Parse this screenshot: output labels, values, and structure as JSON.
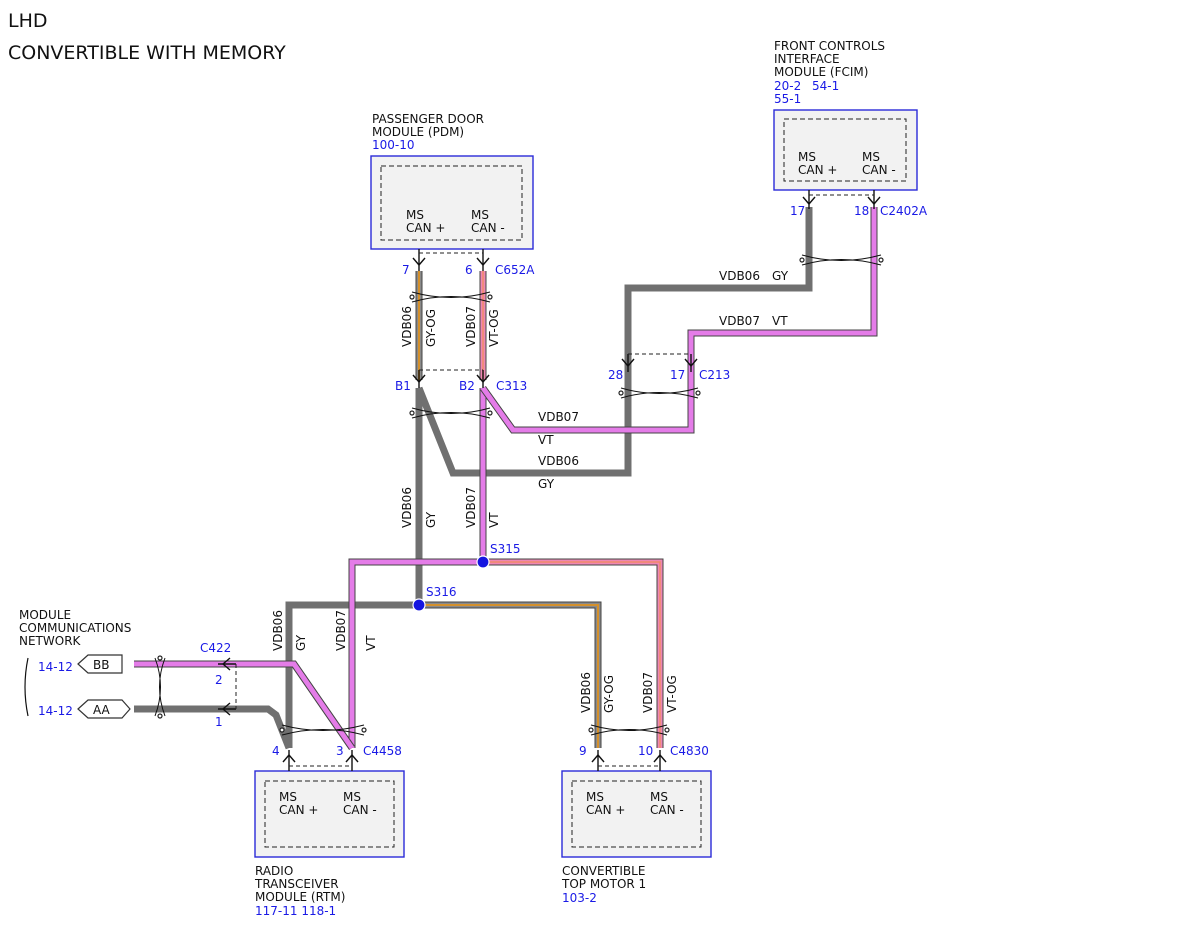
{
  "header": {
    "line1": "LHD",
    "line2": "CONVERTIBLE WITH MEMORY"
  },
  "colors": {
    "GY": "#707070",
    "VT": "#e47ce8",
    "GY-OG": "#8a8a8a / #d4902c",
    "VT-OG": "#ee88b4 / #f08a6a",
    "module_border": "#2a2ad8",
    "reference_text": "#1a1ae6"
  },
  "modules": {
    "pdm": {
      "name": [
        "PASSENGER DOOR",
        "MODULE (PDM)"
      ],
      "refs": "100-10",
      "pin_plus": [
        "MS",
        "CAN +"
      ],
      "pin_minus": [
        "MS",
        "CAN -"
      ]
    },
    "fcim": {
      "name": [
        "FRONT CONTROLS",
        "INTERFACE",
        "MODULE (FCIM)"
      ],
      "refs_row1": [
        "20-2",
        "54-1"
      ],
      "refs_row2": "55-1",
      "pin_plus": [
        "MS",
        "CAN +"
      ],
      "pin_minus": [
        "MS",
        "CAN -"
      ]
    },
    "rtm": {
      "name": [
        "RADIO",
        "TRANSCEIVER",
        "MODULE (RTM)"
      ],
      "refs": "117-11 118-1",
      "pin_plus": [
        "MS",
        "CAN +"
      ],
      "pin_minus": [
        "MS",
        "CAN -"
      ]
    },
    "ctm": {
      "name": [
        "CONVERTIBLE",
        "TOP MOTOR 1"
      ],
      "refs": "103-2",
      "pin_plus": [
        "MS",
        "CAN +"
      ],
      "pin_minus": [
        "MS",
        "CAN -"
      ]
    }
  },
  "connectors": {
    "c652a": {
      "name": "C652A",
      "pin_plus": "7",
      "pin_minus": "6"
    },
    "c313": {
      "name": "C313",
      "pin_plus": "B1",
      "pin_minus": "B2"
    },
    "c2402a": {
      "name": "C2402A",
      "pin_plus": "17",
      "pin_minus": "18"
    },
    "c213": {
      "name": "C213",
      "pin_plus": "28",
      "pin_minus": "17"
    },
    "c422": {
      "name": "C422",
      "pin_minus": "2",
      "pin_plus": "1"
    },
    "c4458": {
      "name": "C4458",
      "pin_plus": "4",
      "pin_minus": "3"
    },
    "c4830": {
      "name": "C4830",
      "pin_plus": "9",
      "pin_minus": "10"
    }
  },
  "splices": {
    "s315": "S315",
    "s316": "S316"
  },
  "network": {
    "title": [
      "MODULE",
      "COMMUNICATIONS",
      "NETWORK"
    ],
    "ref_bb": "14-12",
    "ref_aa": "14-12",
    "tag_bb": "BB",
    "tag_aa": "AA"
  },
  "circuits": {
    "vdb06": "VDB06",
    "vdb07": "VDB07"
  },
  "wire_colors": {
    "gy": "GY",
    "vt": "VT",
    "gy_og": "GY-OG",
    "vt_og": "VT-OG"
  }
}
